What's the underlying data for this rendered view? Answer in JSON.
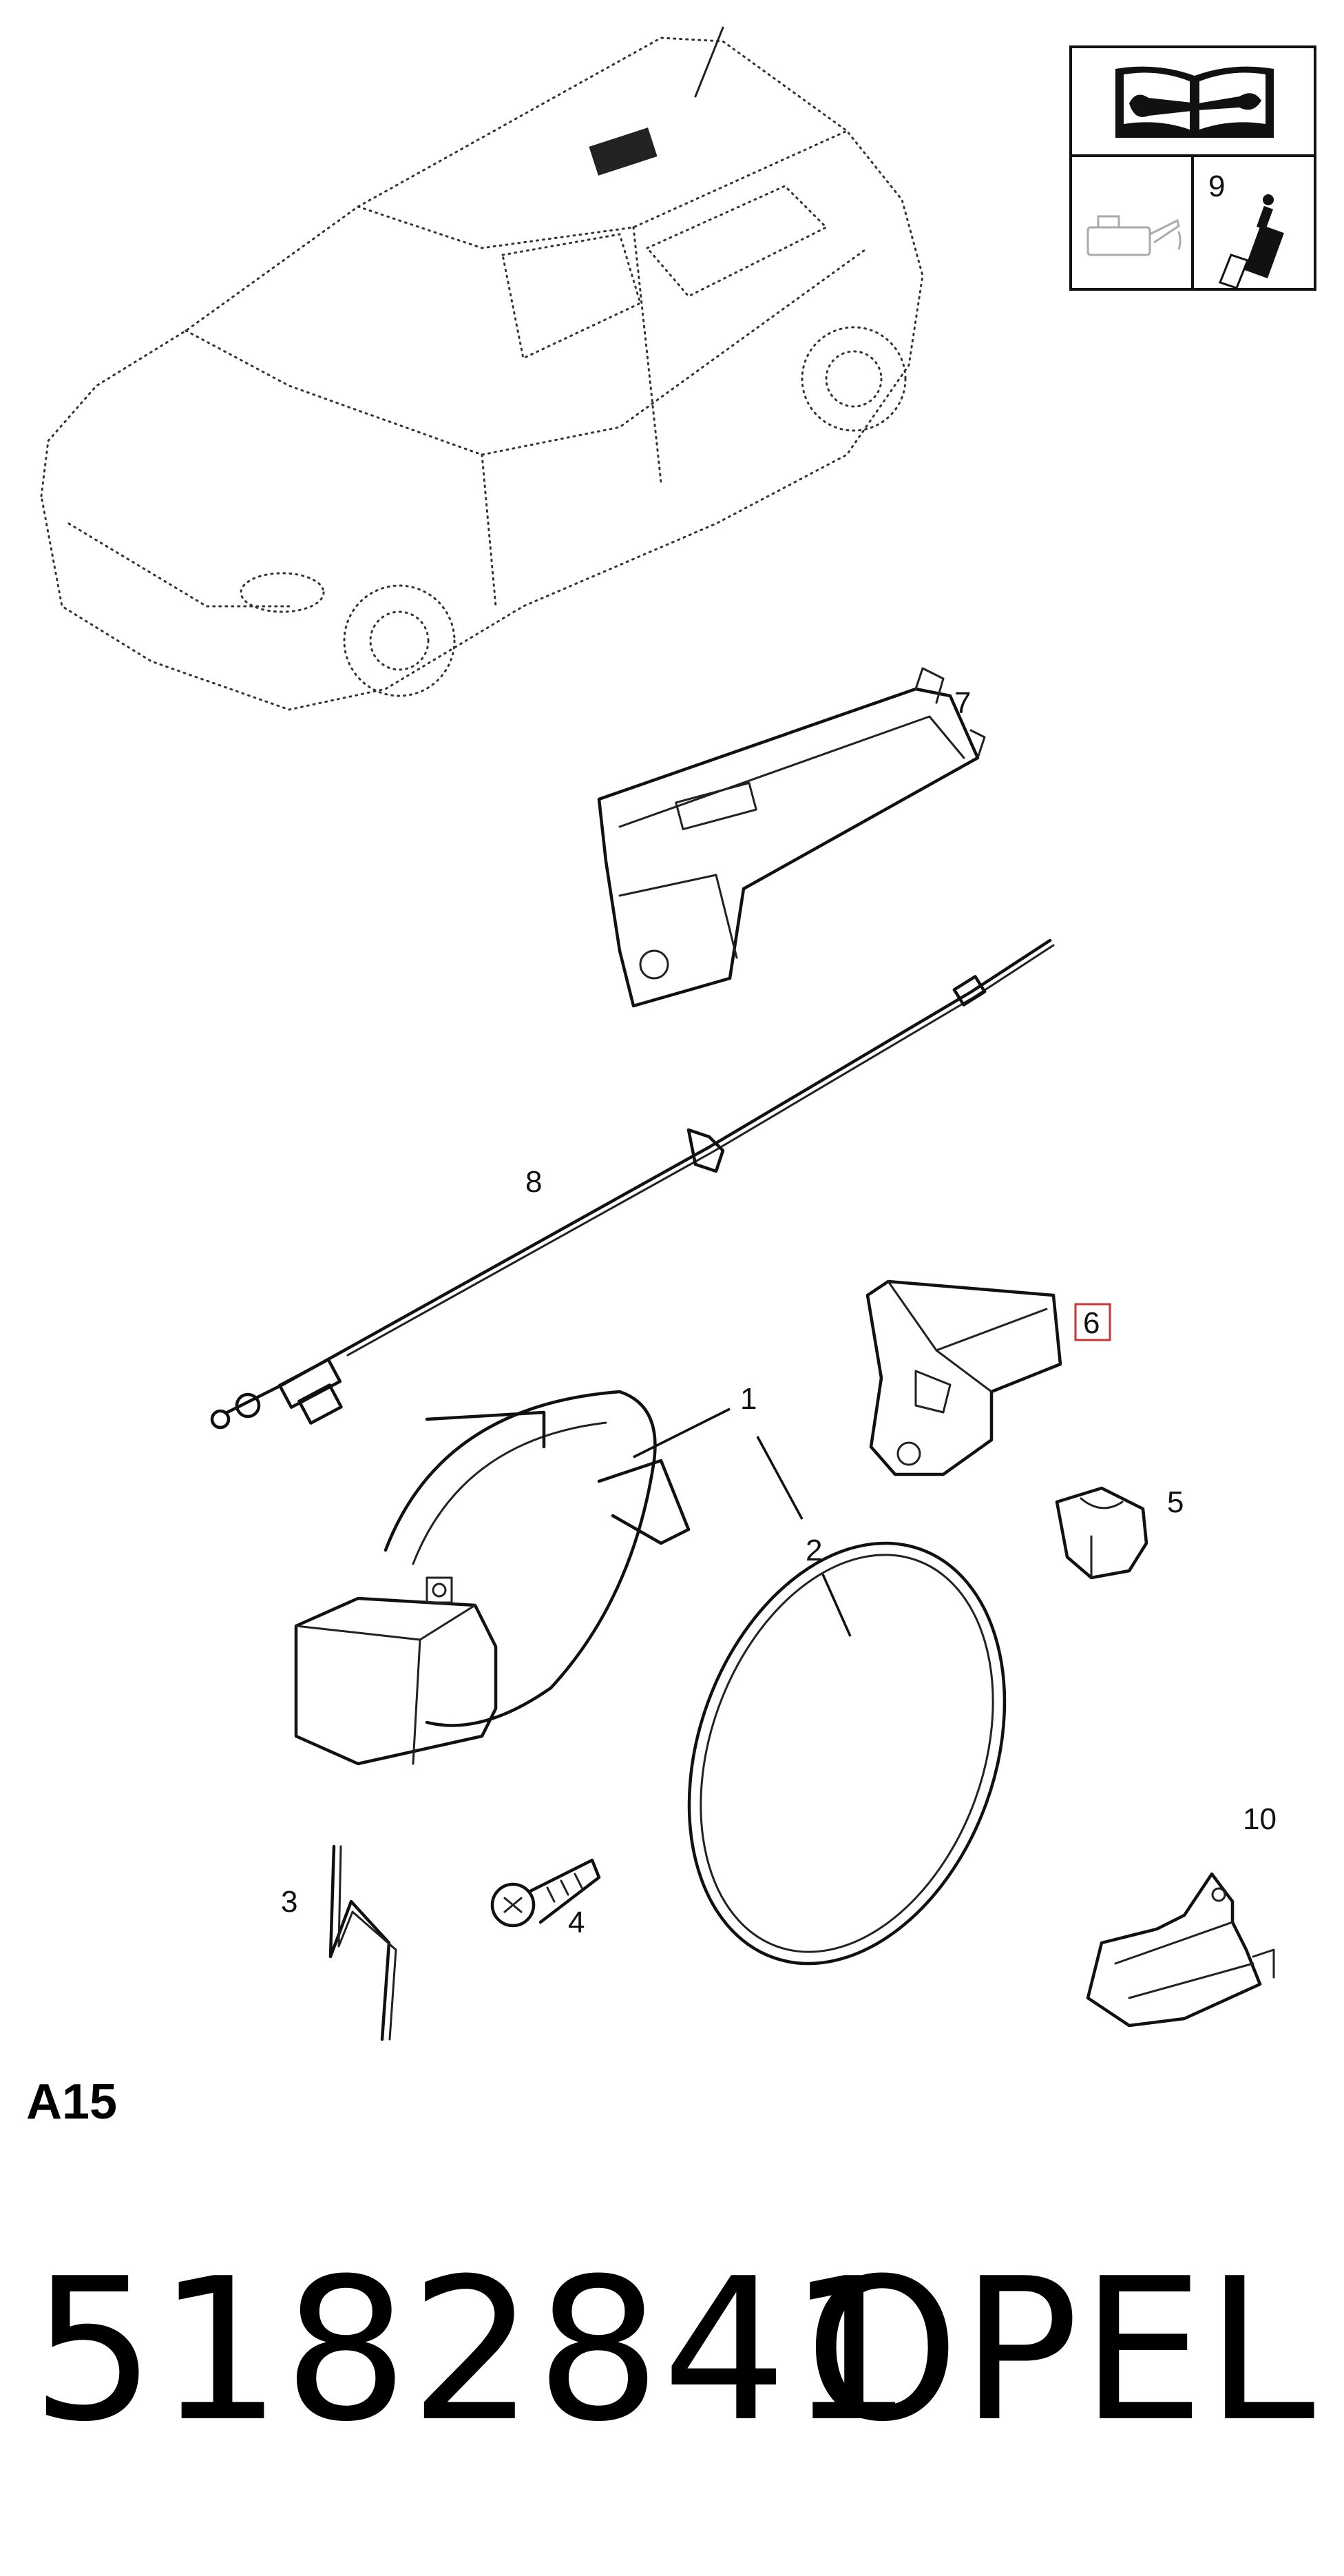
{
  "diagram": {
    "callouts": [
      {
        "id": "1",
        "label": "1",
        "highlighted": false
      },
      {
        "id": "2",
        "label": "2",
        "highlighted": false
      },
      {
        "id": "3",
        "label": "3",
        "highlighted": false
      },
      {
        "id": "4",
        "label": "4",
        "highlighted": false
      },
      {
        "id": "5",
        "label": "5",
        "highlighted": false
      },
      {
        "id": "6",
        "label": "6",
        "highlighted": true
      },
      {
        "id": "7",
        "label": "7",
        "highlighted": false
      },
      {
        "id": "8",
        "label": "8",
        "highlighted": false
      },
      {
        "id": "9",
        "label": "9",
        "highlighted": false
      },
      {
        "id": "10",
        "label": "10",
        "highlighted": false
      }
    ],
    "section_code": "A15",
    "highlight_color": "#cc3333",
    "icons": [
      "service-manual-book-icon",
      "oil-can-icon",
      "sealant-bottle-icon"
    ]
  },
  "footer": {
    "part_number": "5182841",
    "brand": "OPEL"
  }
}
